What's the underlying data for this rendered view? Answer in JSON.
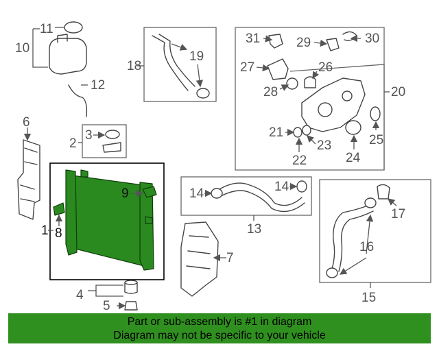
{
  "callouts": {
    "c1": "1",
    "c2": "2",
    "c3": "3",
    "c4": "4",
    "c5": "5",
    "c6": "6",
    "c7": "7",
    "c8": "8",
    "c9": "9",
    "c10": "10",
    "c11": "11",
    "c12": "12",
    "c13": "13",
    "c14a": "14",
    "c14b": "14",
    "c15": "15",
    "c16": "16",
    "c17": "17",
    "c18": "18",
    "c19": "19",
    "c20": "20",
    "c21": "21",
    "c22": "22",
    "c23": "23",
    "c24": "24",
    "c25": "25",
    "c26": "26",
    "c27": "27",
    "c28": "28",
    "c29": "29",
    "c30": "30",
    "c31": "31"
  },
  "highlight_color": "#2a8a1f",
  "banner": {
    "line1": "Part or sub-assembly is #1 in diagram",
    "line2": "Diagram may not be specific to your vehicle",
    "color": "#2f8f1f"
  }
}
